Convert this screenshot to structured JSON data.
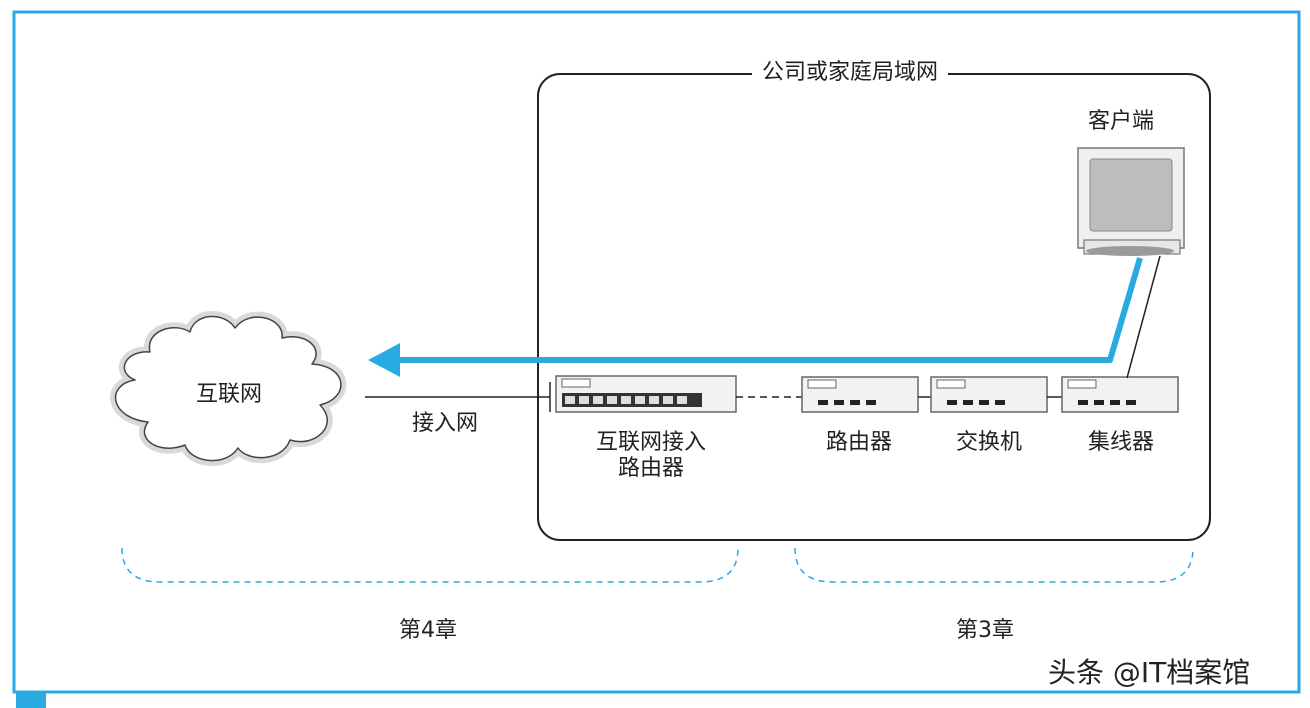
{
  "lan": {
    "title": "公司或家庭局域网"
  },
  "client": {
    "label": "客户端"
  },
  "internet": {
    "label": "互联网"
  },
  "access_network": {
    "label": "接入网"
  },
  "devices": [
    {
      "line1": "互联网接入",
      "line2": "路由器"
    },
    {
      "line1": "路由器"
    },
    {
      "line1": "交换机"
    },
    {
      "line1": "集线器"
    }
  ],
  "chapters": [
    {
      "label": "第4章"
    },
    {
      "label": "第3章"
    }
  ],
  "watermark": "头条 @IT档案馆",
  "colors": {
    "accent": "#29abe2",
    "frame": "#29abe2",
    "lan_border": "#222222",
    "device_fill": "#f2f2f2"
  }
}
